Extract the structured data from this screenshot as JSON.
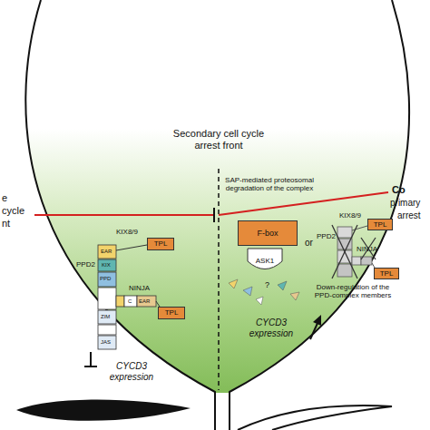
{
  "diagram": {
    "nodes": [
      {
        "text": [
          "TPL"
        ]
      },
      {
        "text": [
          "TPL"
        ]
      },
      {
        "text": [
          "F-box"
        ]
      },
      {
        "text": [
          "ASK1"
        ]
      },
      {
        "text": [
          "TPL"
        ]
      },
      {
        "text": [
          "TPL"
        ]
      }
    ],
    "labels": [
      "Secondary cell cycle arrest front",
      "e",
      "cycle",
      "nt",
      "Co",
      "primary",
      "arrest",
      "KIX8/9",
      "PPD2",
      "EAR",
      "KIX",
      "PPD",
      "ZIM",
      "C",
      "EAR",
      "NINJA",
      "JAS",
      "CYCD3 expression",
      "SAP-mediated proteosomal degradation of the complex",
      "?",
      "or",
      "KIX8/9",
      "PPD2",
      "NINJA",
      "Down-regulation of the PPD-complex members",
      "CYCD3 expression"
    ]
  }
}
